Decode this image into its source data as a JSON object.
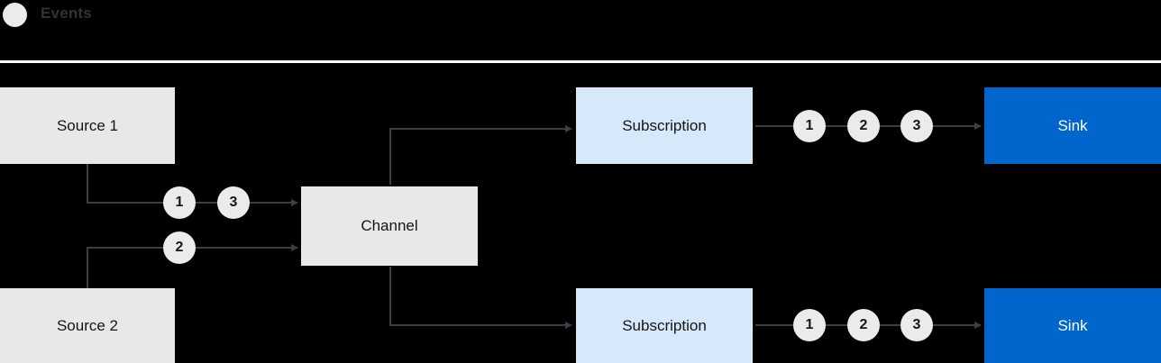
{
  "legend": {
    "icon": "circle-icon",
    "label": "Events"
  },
  "diagram": {
    "nodes": {
      "source1": {
        "label": "Source 1"
      },
      "source2": {
        "label": "Source 2"
      },
      "channel": {
        "label": "Channel"
      },
      "subscription_top": {
        "label": "Subscription"
      },
      "subscription_bottom": {
        "label": "Subscription"
      },
      "sink_top": {
        "label": "Sink"
      },
      "sink_bottom": {
        "label": "Sink"
      }
    },
    "events": {
      "source1_out": "1",
      "source1_out_b": "3",
      "source2_out": "2",
      "sub_top": [
        "1",
        "2",
        "3"
      ],
      "sub_bottom": [
        "1",
        "2",
        "3"
      ]
    },
    "colors": {
      "source_bg": "#e8e8e8",
      "channel_bg": "#e8e8e8",
      "subscription_bg": "#d7e8fa",
      "sink_bg": "#0066cc",
      "event_bg": "#ebebeb",
      "line": "#3c3f42",
      "background": "#000000",
      "rule": "#ffffff"
    }
  }
}
